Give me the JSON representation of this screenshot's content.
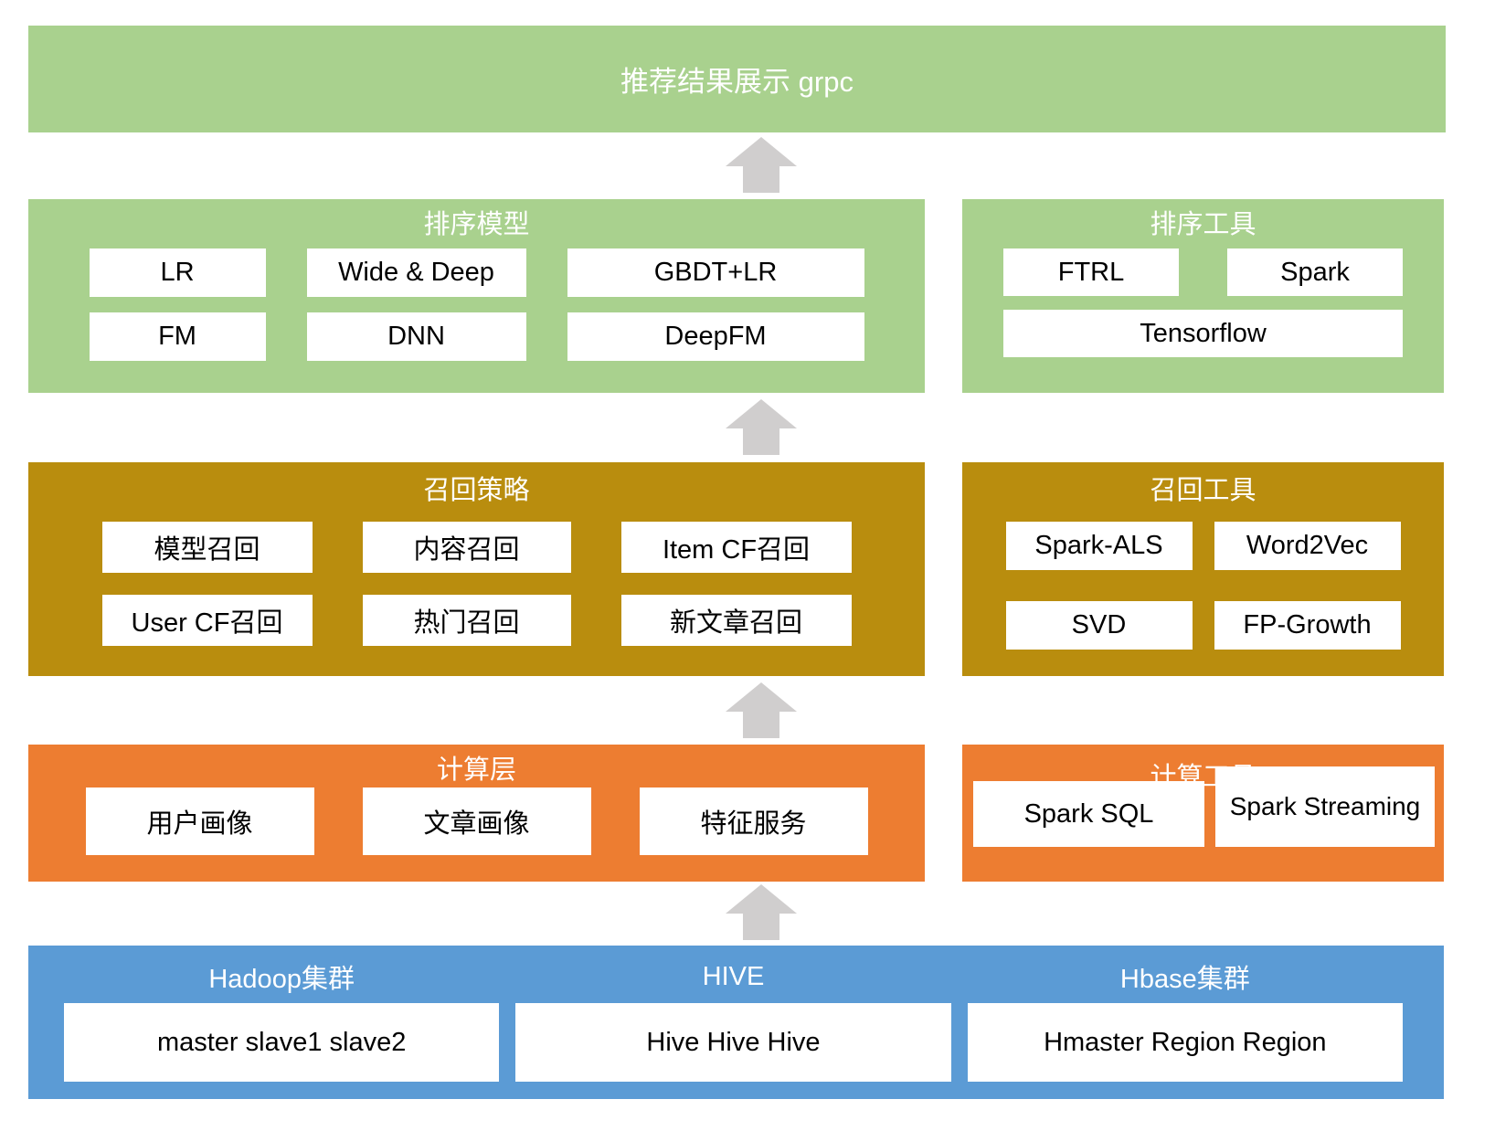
{
  "colors": {
    "green": "#a9d18e",
    "gold": "#b98d0e",
    "orange": "#ed7d31",
    "blue": "#5b9bd5",
    "arrow": "#d0cece"
  },
  "top_bar": {
    "title": "推荐结果展示 grpc"
  },
  "ranking": {
    "models": {
      "title": "排序模型",
      "boxes": [
        "LR",
        "Wide & Deep",
        "GBDT+LR",
        "FM",
        "DNN",
        "DeepFM"
      ]
    },
    "tools": {
      "title": "排序工具",
      "boxes": [
        "FTRL",
        "Spark",
        "Tensorflow"
      ]
    }
  },
  "recall": {
    "strategies": {
      "title": "召回策略",
      "boxes": [
        "模型召回",
        "内容召回",
        "Item CF召回",
        "User CF召回",
        "热门召回",
        "新文章召回"
      ]
    },
    "tools": {
      "title": "召回工具",
      "boxes": [
        "Spark-ALS",
        "Word2Vec",
        "SVD",
        "FP-Growth"
      ]
    }
  },
  "compute": {
    "layer": {
      "title": "计算层",
      "boxes": [
        "用户画像",
        "文章画像",
        "特征服务"
      ]
    },
    "tools": {
      "title": "计算工具",
      "boxes": [
        "Spark SQL",
        "Spark Streaming"
      ]
    }
  },
  "storage": {
    "sections": [
      {
        "title": "Hadoop集群",
        "box": "master slave1 slave2"
      },
      {
        "title": "HIVE",
        "box": "Hive Hive Hive"
      },
      {
        "title": "Hbase集群",
        "box": "Hmaster Region Region"
      }
    ]
  }
}
